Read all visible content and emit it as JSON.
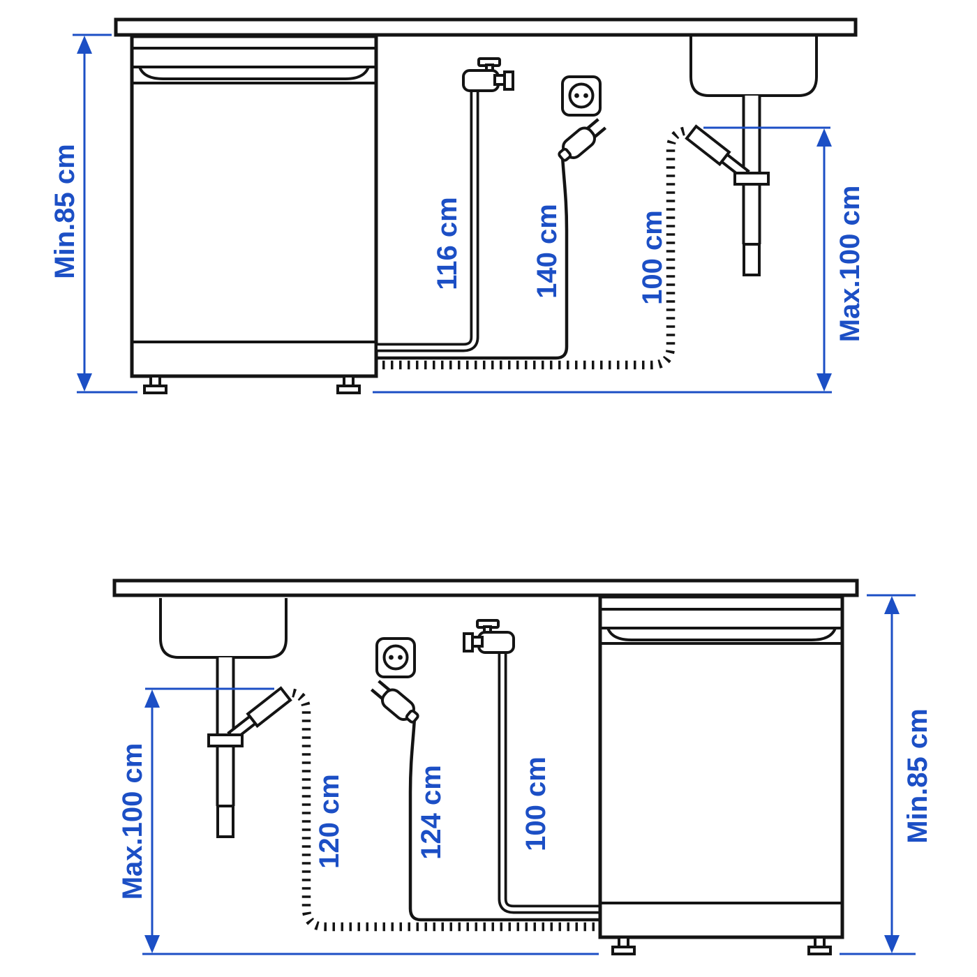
{
  "colors": {
    "accent_blue": "#1c4fc5",
    "line_black": "#141414"
  },
  "top_diagram": {
    "height_label": "Min.85 cm",
    "supply_hose_label": "116 cm",
    "power_cord_label": "140 cm",
    "drain_hose_label": "100 cm",
    "drain_height_label": "Max.100 cm"
  },
  "bottom_diagram": {
    "drain_height_label": "Max.100 cm",
    "drain_hose_label": "120 cm",
    "power_cord_label": "124 cm",
    "supply_hose_label": "100 cm",
    "height_label": "Min.85 cm"
  },
  "icons": {
    "tap": "water-tap-icon",
    "outlet": "power-outlet-icon",
    "plug": "power-plug-icon",
    "sink": "sink-basin-icon",
    "drain_trap": "drain-trap-icon",
    "hose_connector": "drain-hose-connector-icon"
  }
}
